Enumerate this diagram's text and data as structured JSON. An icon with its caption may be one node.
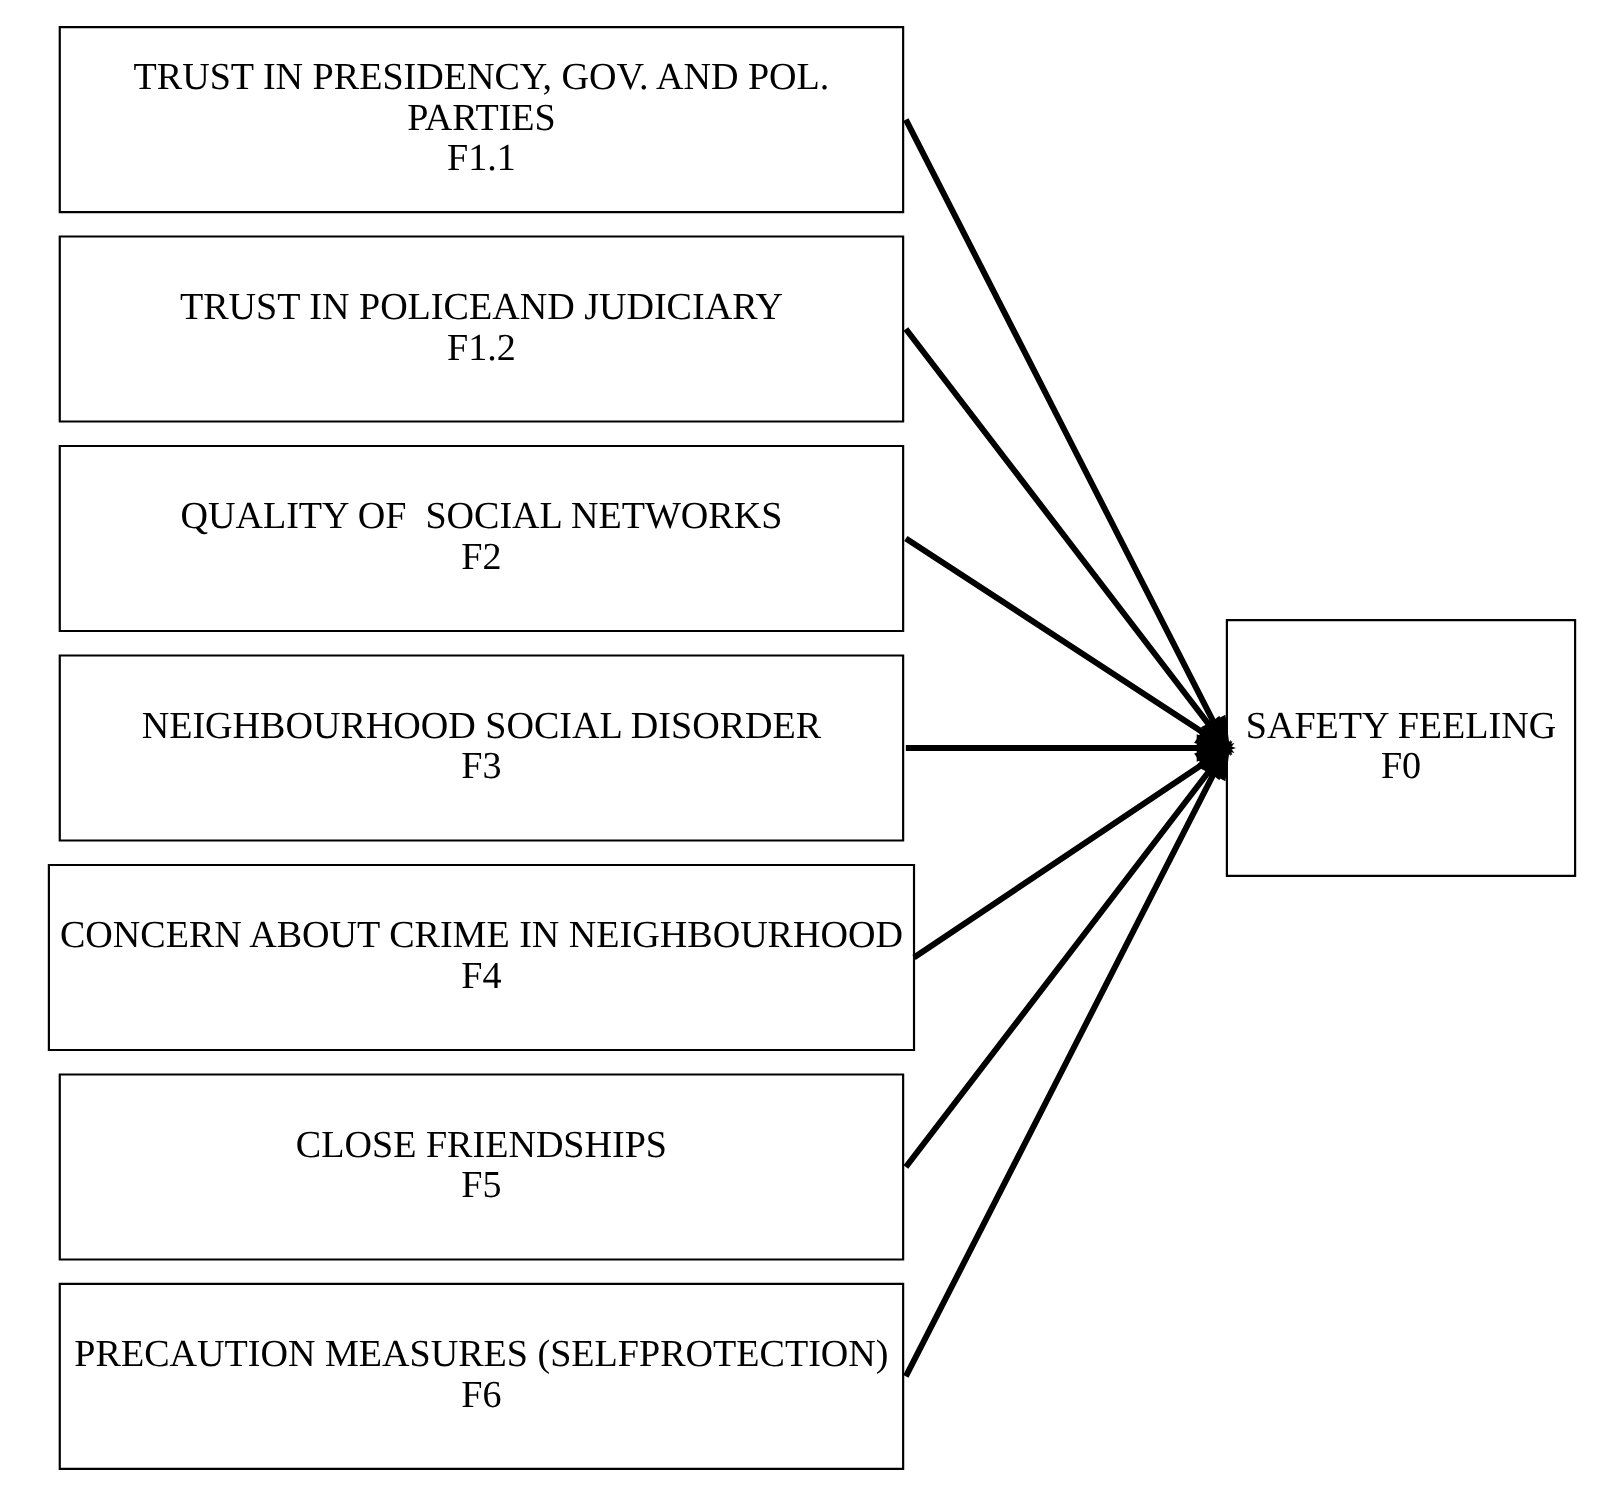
{
  "diagram": {
    "nodes": [
      {
        "text": [
          "TRUST IN PRESIDENCY, GOV. AND POL. PARTIES",
          "F1.1"
        ]
      },
      {
        "text": [
          "TRUST IN POLICEAND JUDICIARY",
          "F1.2"
        ]
      },
      {
        "text": [
          "QUALITY OF  SOCIAL NETWORKS",
          "F2"
        ]
      },
      {
        "text": [
          "NEIGHBOURHOOD SOCIAL DISORDER",
          "F3"
        ]
      },
      {
        "text": [
          "CONCERN ABOUT CRIME IN NEIGHBOURHOOD",
          "F4"
        ]
      },
      {
        "text": [
          "CLOSE FRIENDSHIPS",
          "F5"
        ]
      },
      {
        "text": [
          "PRECAUTION MEASURES (SELFPROTECTION)",
          "F6"
        ]
      },
      {
        "text": [
          "SAFETY FEELING",
          "F0"
        ]
      }
    ],
    "edges": [
      {
        "from": 0,
        "to": 7,
        "arrow": "to"
      },
      {
        "from": 1,
        "to": 7,
        "arrow": "to"
      },
      {
        "from": 2,
        "to": 7,
        "arrow": "to"
      },
      {
        "from": 3,
        "to": 7,
        "arrow": "to"
      },
      {
        "from": 4,
        "to": 7,
        "arrow": "to"
      },
      {
        "from": 5,
        "to": 7,
        "arrow": "to"
      },
      {
        "from": 6,
        "to": 7,
        "arrow": "to"
      }
    ]
  }
}
